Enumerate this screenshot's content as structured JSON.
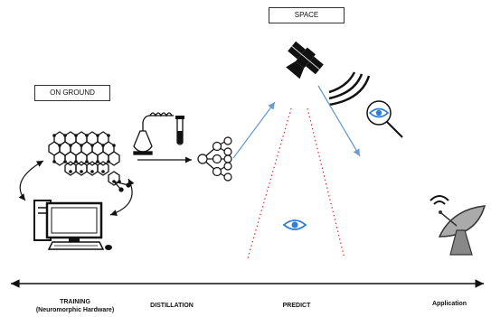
{
  "boxes": {
    "space": "SPACE",
    "on_ground": "ON GROUND"
  },
  "stages": {
    "training": "TRAINING",
    "training_sub": "(Neuromorphic Hardware)",
    "distillation": "DISTILLATION",
    "predict": "PREDICT",
    "application": "Application"
  },
  "colors": {
    "accent_blue": "#2f7fd6",
    "arrow_blue": "#6a9ccc",
    "beam_red": "#e03030",
    "ink": "#111111"
  },
  "icons": [
    "satellite-icon",
    "signal-waves-icon",
    "magnifier-eye-icon",
    "eye-icon",
    "molecule-network-icon",
    "computer-icon",
    "distillation-apparatus-icon",
    "neural-network-icon",
    "satellite-dish-icon"
  ]
}
